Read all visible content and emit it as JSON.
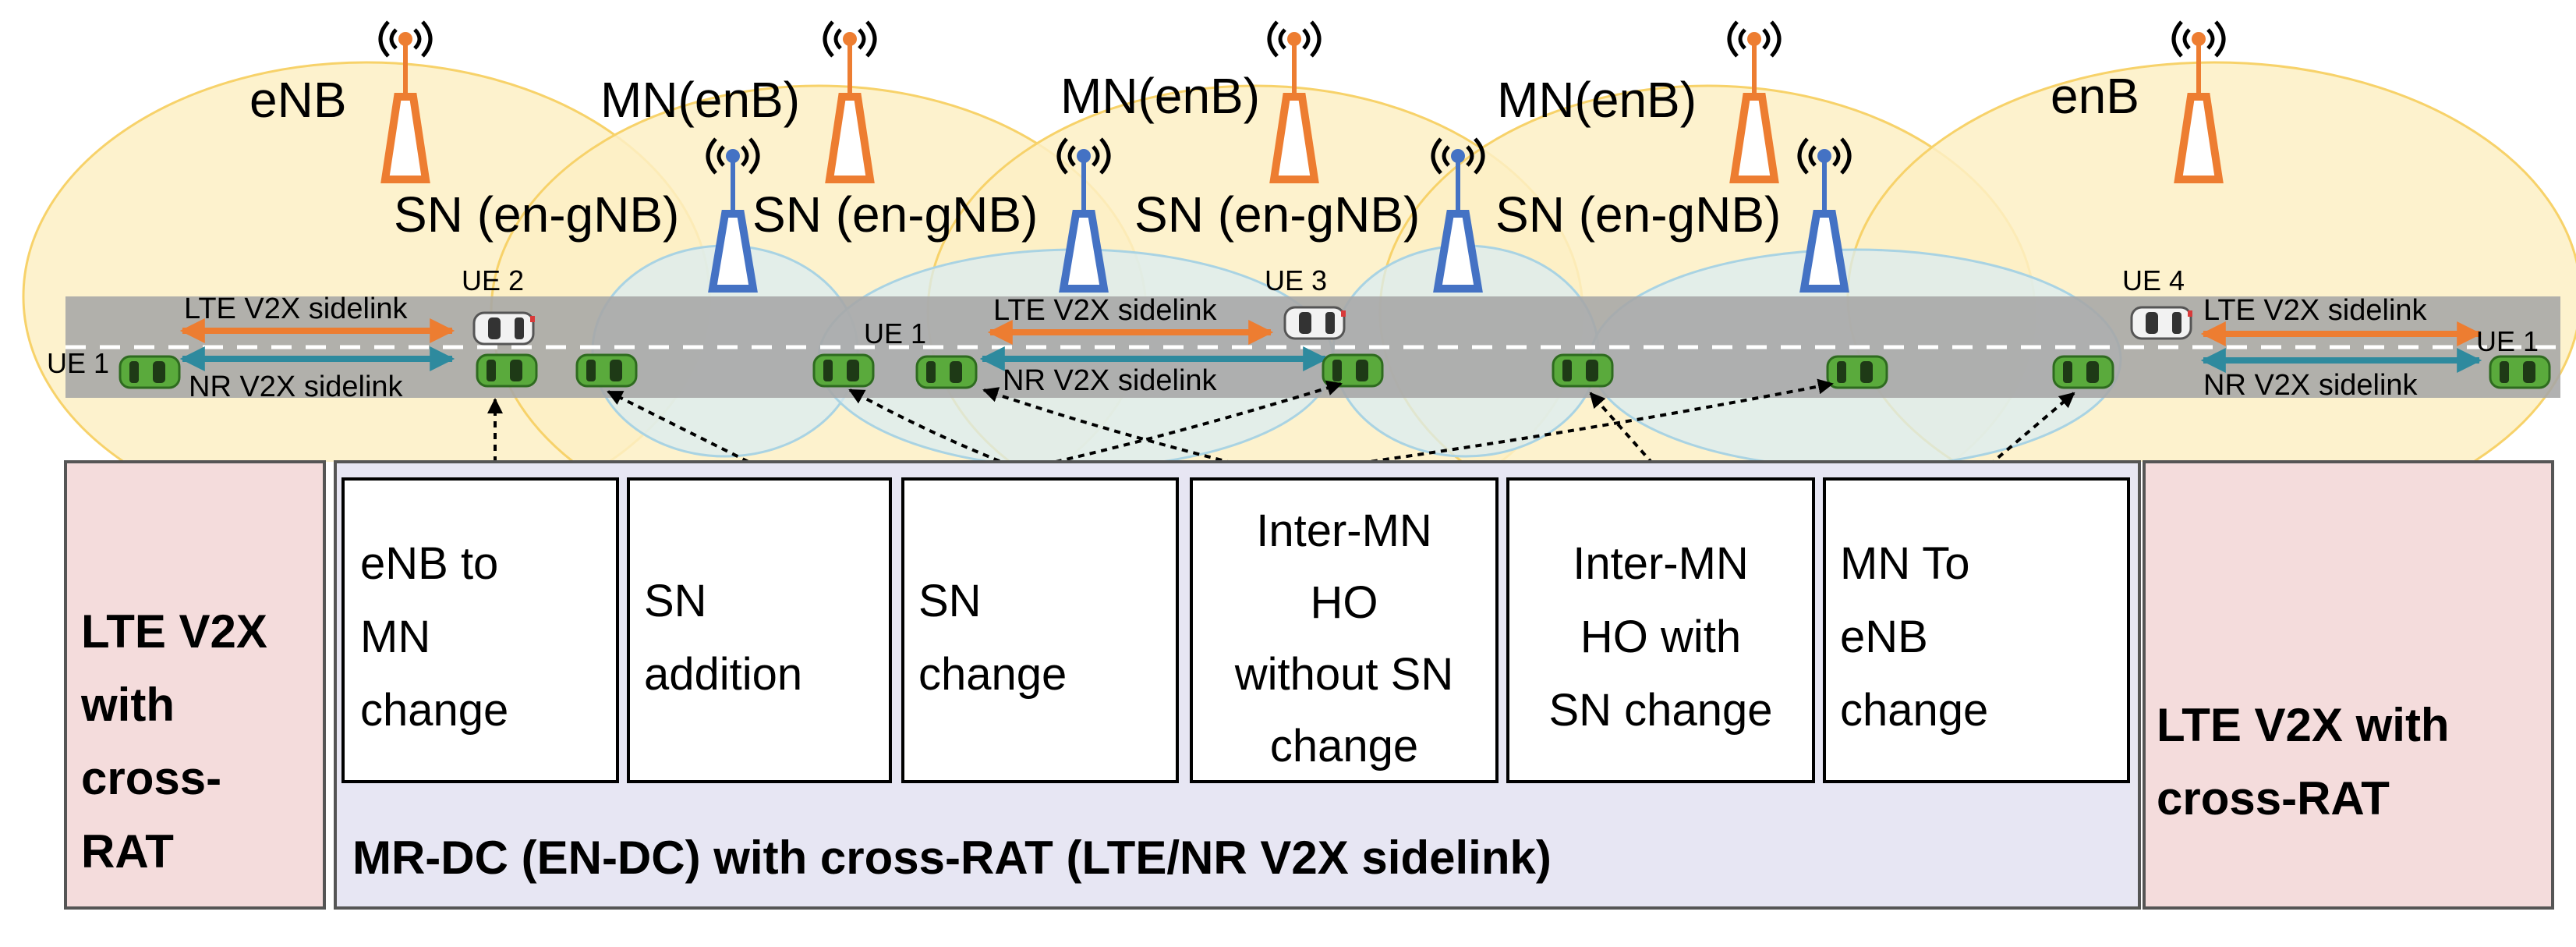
{
  "colors": {
    "lte_coverage": "#fdf0c4",
    "lte_coverage_stroke": "#f7d26a",
    "nr_coverage": "#d9ecf2",
    "nr_coverage_stroke": "#a9d3e3",
    "road": "#a6a6a6",
    "lte_sidelink": "#ed7d31",
    "nr_sidelink": "#2e8a9e",
    "enb_tower": "#ed7d31",
    "gnb_tower": "#4472c4",
    "side_panel": "#f4dcdc",
    "mrdc_panel": "#e7e6f3",
    "car": "#5aaa3c"
  },
  "base_stations": {
    "enb_left": "eNB",
    "mn_1": "MN(enB)",
    "mn_2": "MN(enB)",
    "mn_3": "MN(enB)",
    "enb_right": "enB",
    "sn_1": "SN (en-gNB)",
    "sn_2": "SN (en-gNB)",
    "sn_3": "SN (en-gNB)",
    "sn_4": "SN (en-gNB)"
  },
  "ues": {
    "ue1_left": "UE 1",
    "ue2": "UE 2",
    "ue1_mid": "UE 1",
    "ue3": "UE 3",
    "ue4": "UE 4",
    "ue1_right": "UE 1"
  },
  "sidelinks": {
    "lte_left": "LTE V2X sidelink",
    "nr_left": "NR V2X sidelink",
    "lte_mid": "LTE V2X sidelink",
    "nr_mid": "NR V2X sidelink",
    "lte_right": "LTE V2X sidelink",
    "nr_right": "NR V2X sidelink"
  },
  "left_panel": {
    "lines": [
      "LTE V2X",
      "with",
      "cross-",
      "RAT"
    ]
  },
  "right_panel": {
    "lines": [
      "LTE V2X with",
      "cross-RAT"
    ]
  },
  "mrdc_panel": {
    "label": "MR-DC (EN-DC) with cross-RAT (LTE/NR V2X sidelink)"
  },
  "procedures": [
    {
      "lines": [
        "eNB to",
        "MN",
        "change"
      ]
    },
    {
      "lines": [
        "SN",
        "addition"
      ]
    },
    {
      "lines": [
        "SN",
        "change"
      ]
    },
    {
      "lines": [
        "Inter-MN",
        "HO",
        "without SN",
        "change"
      ]
    },
    {
      "lines": [
        "Inter-MN",
        "HO with",
        "SN change"
      ]
    },
    {
      "lines": [
        "MN To",
        "eNB",
        "change"
      ]
    }
  ]
}
